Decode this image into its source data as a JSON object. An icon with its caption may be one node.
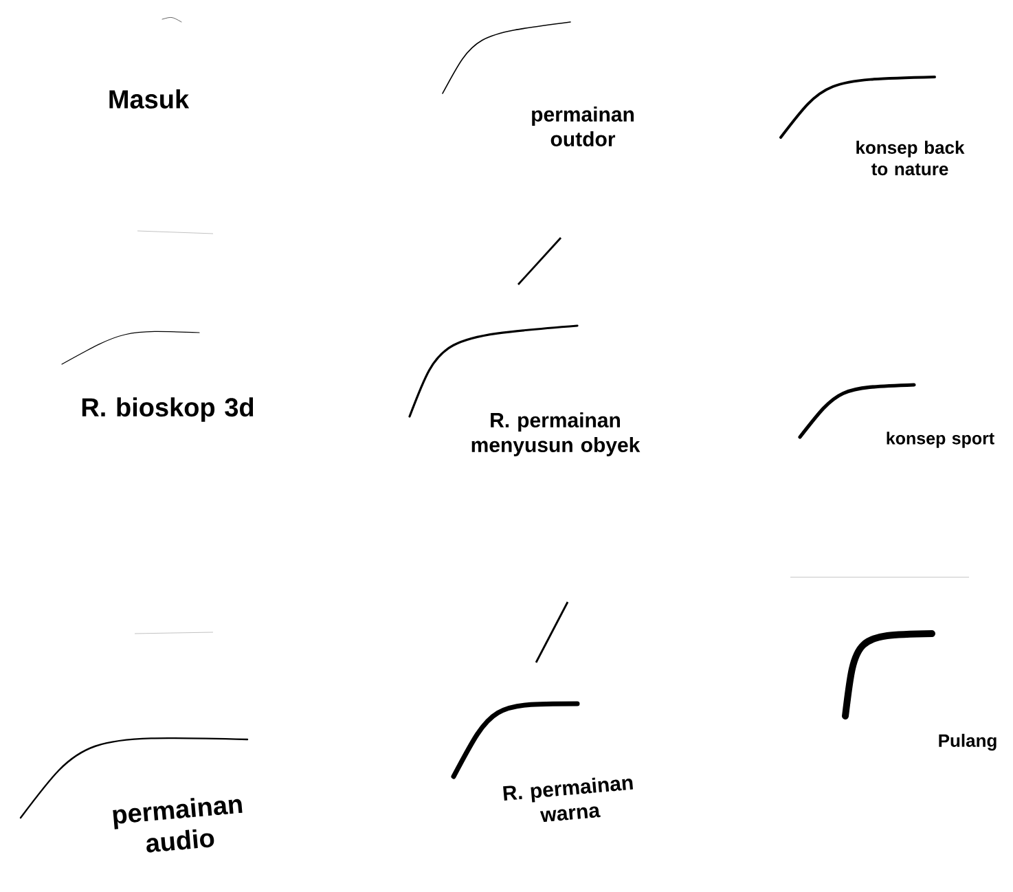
{
  "diagram": {
    "nodes": [
      {
        "text": [
          "Masuk"
        ]
      },
      {
        "text": [
          "permainan outdor"
        ]
      },
      {
        "text": [
          "konsep back to nature"
        ]
      },
      {
        "text": [
          "R. bioskop 3d"
        ]
      },
      {
        "text": [
          "R. permainan menyusun obyek"
        ]
      },
      {
        "text": [
          "konsep sport"
        ]
      },
      {
        "text": [
          "permainan audio"
        ]
      },
      {
        "text": [
          "R. permainan warna"
        ]
      },
      {
        "text": [
          "Pulang"
        ]
      }
    ]
  }
}
